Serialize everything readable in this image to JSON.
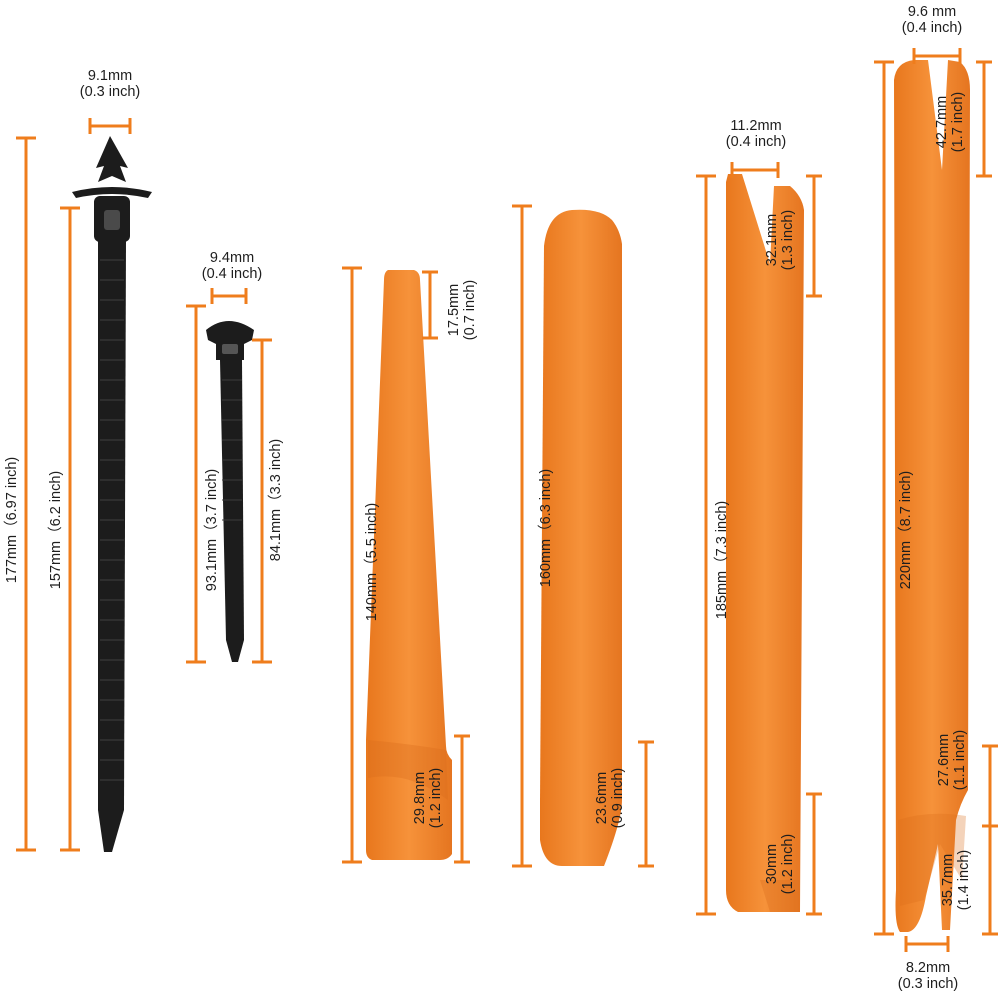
{
  "colors": {
    "dimension_line": "#ef7d1c",
    "tool_orange": "#f08428",
    "tool_orange_dark": "#d9691a",
    "tie_black": "#1c1c1c"
  },
  "items": {
    "large_tie": {
      "head_width": {
        "mm": "9.1mm",
        "inch": "(0.3 inch)"
      },
      "total_length": "177mm（6.97 inch)",
      "strap_length": "157mm（6.2 inch)"
    },
    "small_tie": {
      "head_width": {
        "mm": "9.4mm",
        "inch": "(0.4 inch)"
      },
      "total_length": "93.1mm（3.7 inch)",
      "strap_length": "84.1mm（3.3 inch)"
    },
    "tool_1": {
      "top": {
        "mm": "17.5mm",
        "inch": "(0.7 inch)"
      },
      "length": "140mm（5.5 inch)",
      "bottom": {
        "mm": "29.8mm",
        "inch": "(1.2 inch)"
      }
    },
    "tool_2": {
      "length": "160mm（6.3 inch)",
      "bottom": {
        "mm": "23.6mm",
        "inch": "(0.9 inch)"
      }
    },
    "tool_3": {
      "top_width": {
        "mm": "11.2mm",
        "inch": "(0.4 inch)"
      },
      "top": {
        "mm": "32.1mm",
        "inch": "(1.3 inch)"
      },
      "length": "185mm（7.3 inch)",
      "bottom": {
        "mm": "30mm",
        "inch": "(1.2 inch)"
      }
    },
    "tool_4": {
      "top_width": {
        "mm": "9.6 mm",
        "inch": "(0.4 inch)"
      },
      "top": {
        "mm": "42.7mm",
        "inch": "(1.7 inch)"
      },
      "length": "220mm（8.7 inch)",
      "lower": {
        "mm": "27.6mm",
        "inch": "(1.1 inch)"
      },
      "bottom": {
        "mm": "35.7mm",
        "inch": "(1.4 inch)"
      },
      "bottom_width": {
        "mm": "8.2mm",
        "inch": "(0.3 inch)"
      }
    }
  }
}
